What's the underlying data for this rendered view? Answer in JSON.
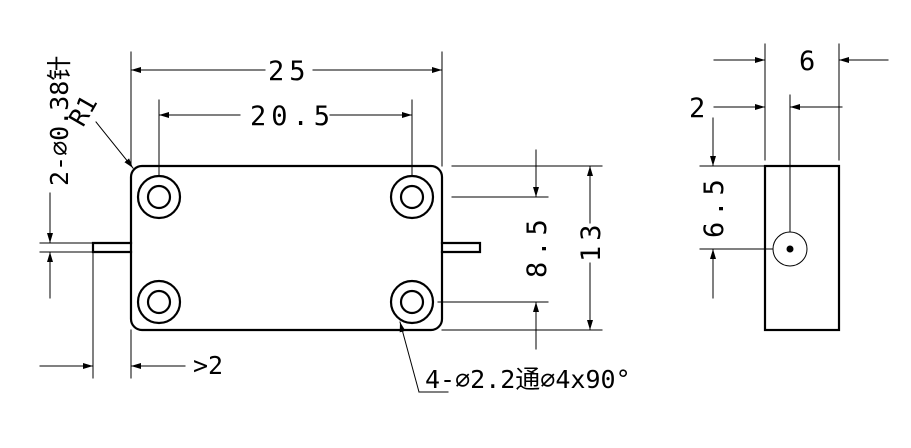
{
  "front_view": {
    "dim_width": "25",
    "dim_hole_spacing_x": "20.5",
    "dim_hole_spacing_y": "8.5",
    "dim_height": "13",
    "corner_radius": "R1",
    "pin_spec": "2-∅0.38针",
    "pin_protrusion": ">2",
    "hole_callout": "4-∅2.2通∅4x90°"
  },
  "side_view": {
    "dim_width": "6",
    "dim_pin_offset_x": "2",
    "dim_pin_offset_y": "6.5"
  }
}
